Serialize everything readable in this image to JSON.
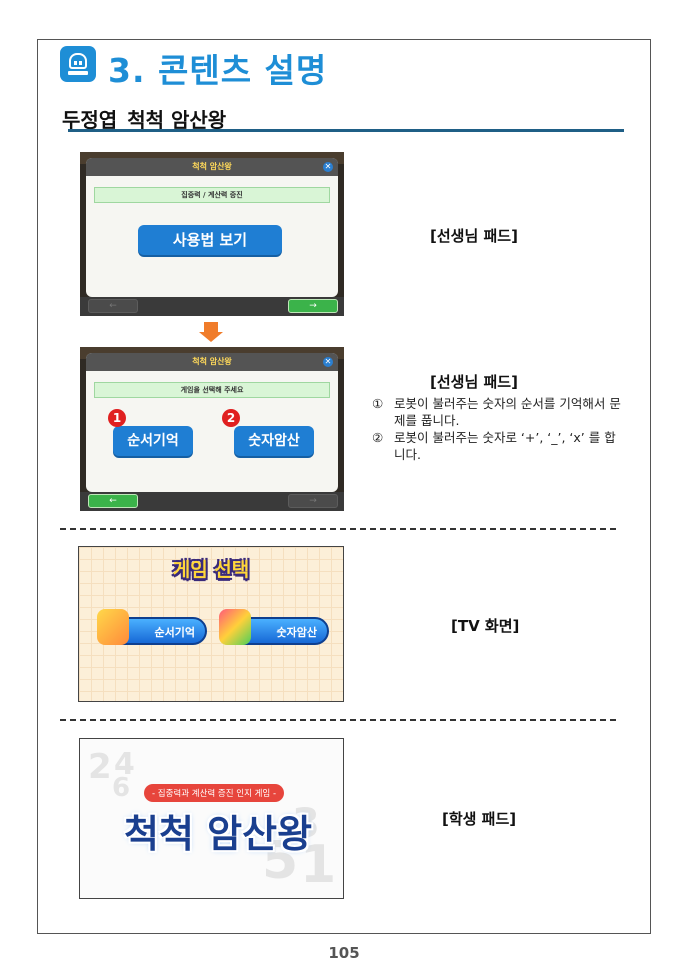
{
  "header": {
    "icon": "robot-icon",
    "title": "3. 콘텐츠 설명",
    "accent": "#1e8ed6"
  },
  "subtitle": "두정엽_척척 암산왕",
  "pad1": {
    "window_title": "척척 암산왕",
    "banner": "집중력 / 계산력 증진",
    "main_button": "사용법 보기",
    "prev": "←",
    "next": "→"
  },
  "pad2": {
    "window_title": "척척 암산왕",
    "banner": "게임을 선택해 주세요",
    "button1_badge": "1",
    "button1": "순서기억",
    "button2_badge": "2",
    "button2": "숫자암산",
    "prev": "←",
    "next": "→"
  },
  "labels": {
    "teacher_pad_1": "[선생님 패드]",
    "teacher_pad_2": "[선생님 패드]",
    "tv": "[TV 화면]",
    "student_pad": "[학생 패드]"
  },
  "description": [
    {
      "marker": "①",
      "text": "로봇이 불러주는 숫자의 순서를 기억해서 문제를 풉니다."
    },
    {
      "marker": "②",
      "text": "로봇이 불러주는 숫자로 ‘+’, ‘_’, ‘x’ 를 합니다."
    }
  ],
  "tv": {
    "title": "게임 선택",
    "button1": "순서기억",
    "button2": "숫자암산"
  },
  "student": {
    "tag": "- 집중력과 계산력 증진 인지 게임 -",
    "title": "척척 암산왕",
    "deco_numbers": [
      "2",
      "4",
      "6",
      "3",
      "5",
      "1"
    ]
  },
  "page_number": "105"
}
